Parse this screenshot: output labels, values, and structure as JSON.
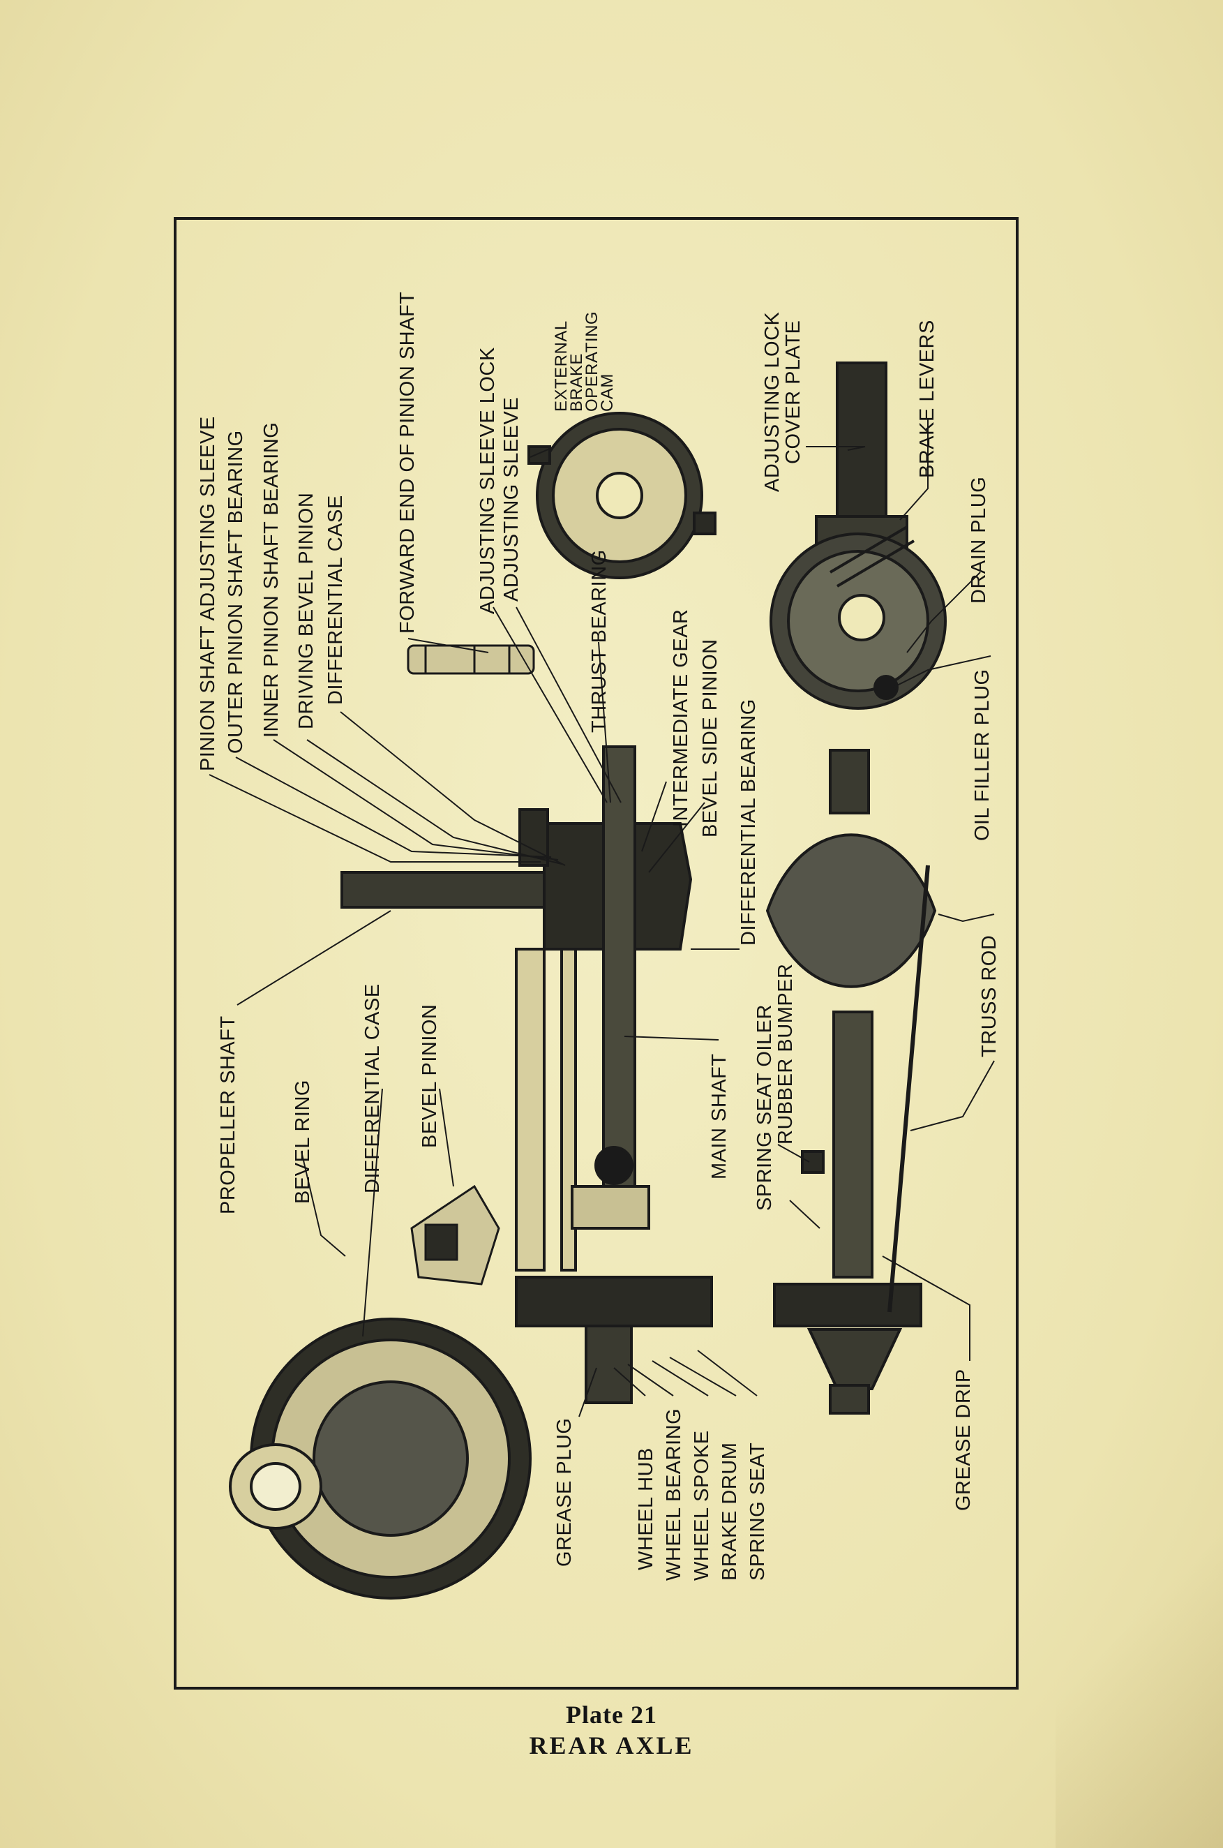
{
  "labels": {
    "pinion_shaft_adjusting_sleeve": "PINION SHAFT ADJUSTING SLEEVE",
    "outer_pinion_shaft_bearing": "OUTER PINION SHAFT BEARING",
    "inner_pinion_shaft_bearing": "INNER PINION SHAFT BEARING",
    "driving_bevel_pinion": "DRIVING BEVEL PINION",
    "differential_case_top": "DIFFERENTIAL CASE",
    "forward_end_of_pinion_shaft": "FORWARD END OF PINION SHAFT",
    "adjusting_sleeve_lock": "ADJUSTING SLEEVE LOCK",
    "adjusting_sleeve": "ADJUSTING SLEEVE",
    "external_brake_line1": "EXTERNAL",
    "external_brake_line2": "BRAKE",
    "external_brake_line3": "OPERATING",
    "external_brake_line4": "CAM",
    "thrust_bearing": "THRUST BEARING",
    "intermediate_gear": "INTERMEDIATE GEAR",
    "bevel_side_pinion": "BEVEL SIDE PINION",
    "differential_bearing": "DIFFERENTIAL BEARING",
    "adjusting_lock": "ADJUSTING LOCK",
    "cover_plate": "COVER PLATE",
    "brake_levers": "BRAKE LEVERS",
    "drain_plug": "DRAIN PLUG",
    "oil_filler_plug": "OIL FILLER PLUG",
    "propeller_shaft": "PROPELLER SHAFT",
    "differential_case_lower": "DIFFERENTIAL CASE",
    "bevel_pinion": "BEVEL PINION",
    "bevel_ring": "BEVEL RING",
    "main_shaft": "MAIN SHAFT",
    "spring_seat_oiler": "SPRING SEAT OILER",
    "rubber_bumper": "RUBBER BUMPER",
    "truss_rod": "TRUSS ROD",
    "grease_plug": "GREASE PLUG",
    "wheel_hub": "WHEEL HUB",
    "wheel_bearing": "WHEEL BEARING",
    "wheel_spoke": "WHEEL SPOKE",
    "brake_drum": "BRAKE DRUM",
    "spring_seat": "SPRING SEAT",
    "grease_drip": "GREASE DRIP"
  },
  "caption": {
    "plate": "Plate 21",
    "title": "REAR AXLE"
  },
  "colors": {
    "paper": "#efe9b8",
    "ink": "#141414"
  }
}
